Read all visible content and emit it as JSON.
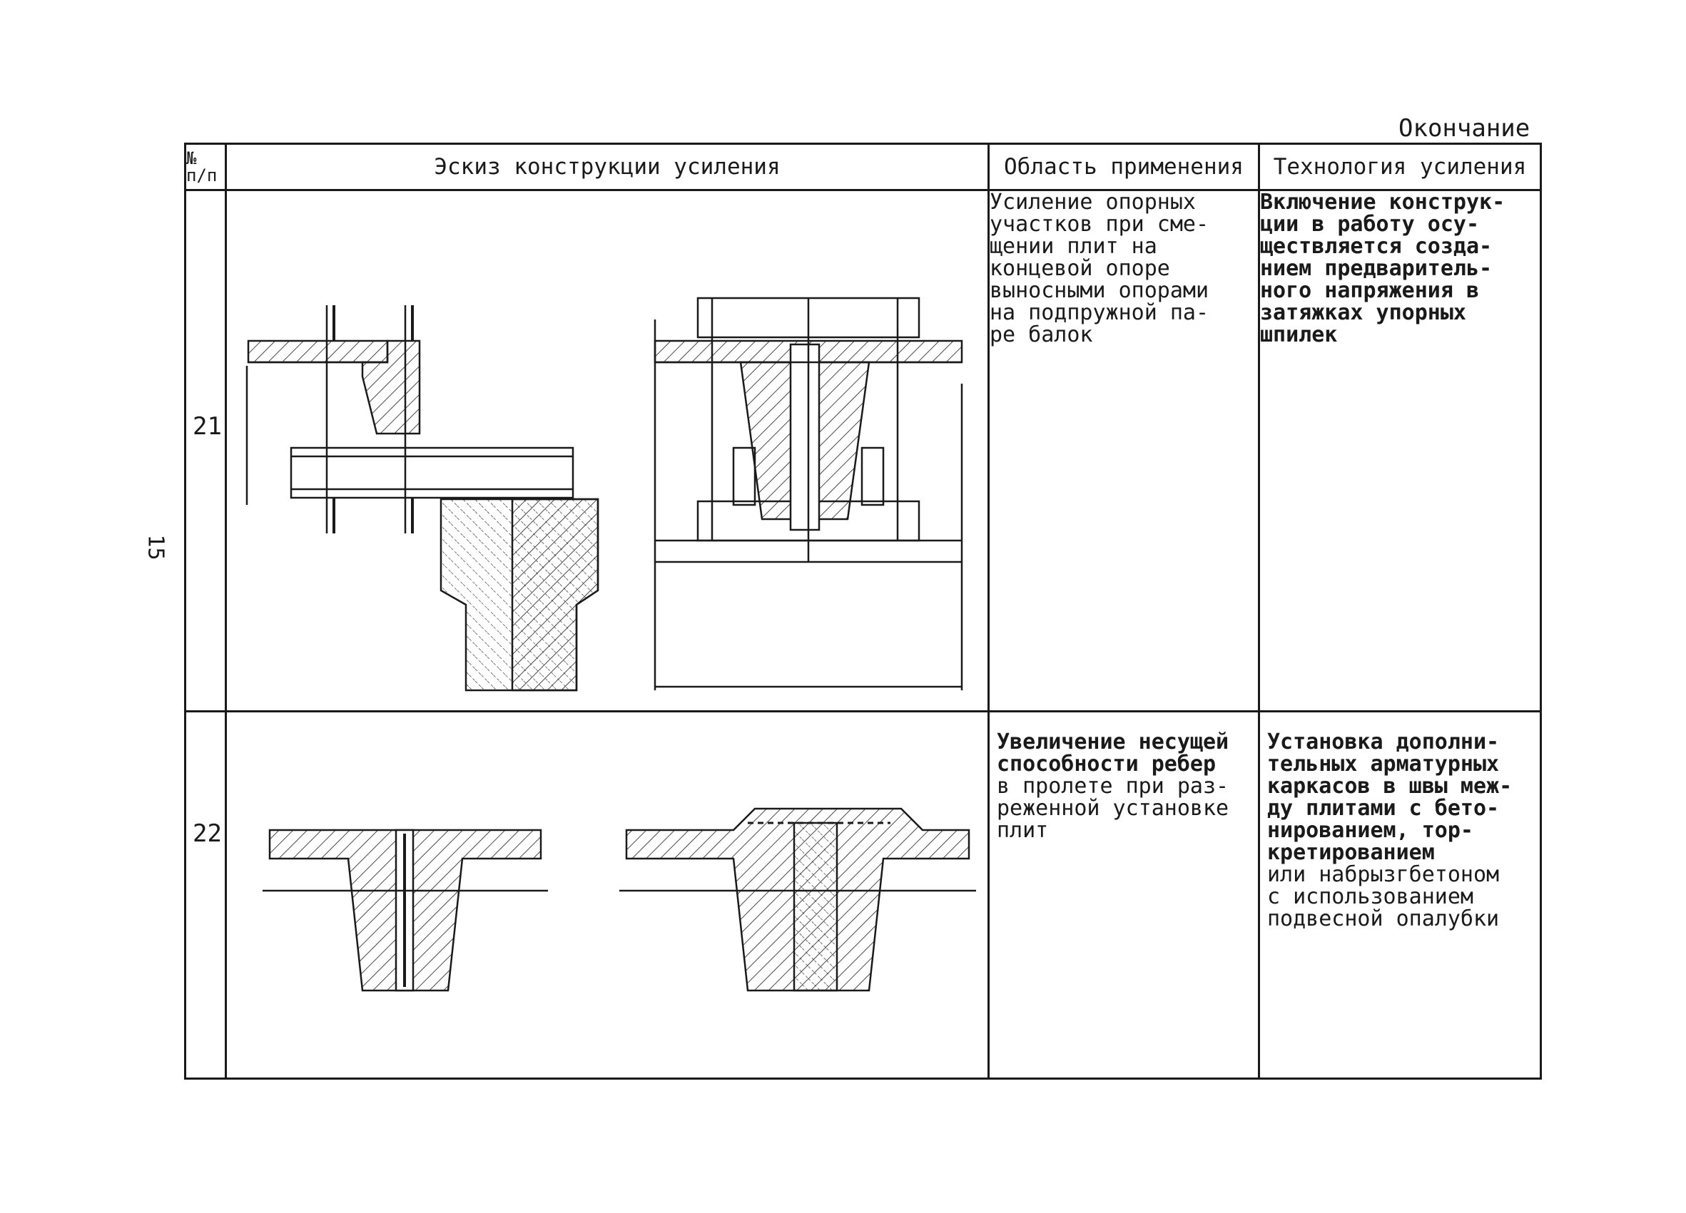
{
  "page": {
    "ending_label": "Окончание",
    "page_number": "15"
  },
  "table": {
    "headers": {
      "num": "№ п/п",
      "sketch": "Эскиз конструкции усиления",
      "area": "Область применения",
      "technology": "Технология усиления"
    },
    "rows": [
      {
        "num": "21",
        "area": "Усиление опорных\nучастков при сме-\nщении плит на\nконцевой опоре\nвыносными опорами\nна подпружной па-\nре балок",
        "technology": "Включение конструк-\nции в работу осу-\nществляется созда-\nнием предваритель-\nного напряжения в\nзатяжках упорных\nшпилек"
      },
      {
        "num": "22",
        "area_bold": "Увеличение несущей\nспособности ребер",
        "area": "в пролете при раз-\nреженной установке\nплит",
        "technology_bold": "Установка дополни-\nтельных арматурных\nкаркасов в швы меж-\nду плитами с бето-\nнированием,   тор-\nкретированием",
        "technology": "или набрызгбетоном\nс использованием\nподвесной опалубки"
      }
    ]
  }
}
